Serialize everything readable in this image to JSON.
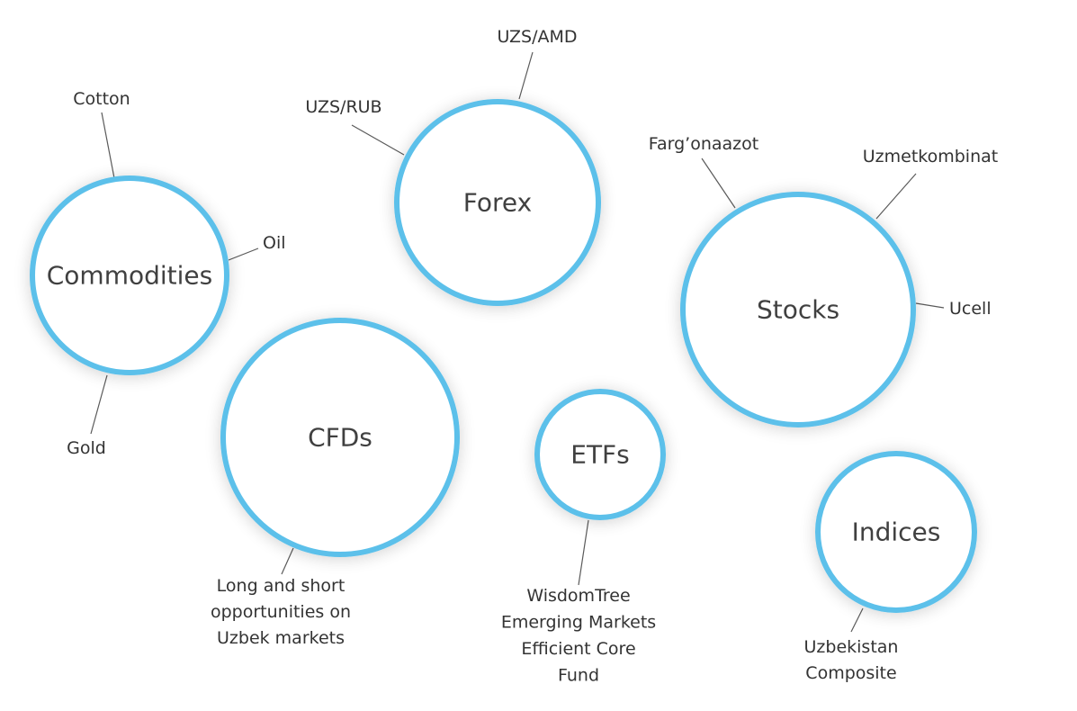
{
  "diagram": {
    "bubbles": [
      {
        "id": "commodities",
        "label": "Commodities",
        "leaves": [
          {
            "id": "cotton",
            "lines": [
              "Cotton"
            ]
          },
          {
            "id": "oil",
            "lines": [
              "Oil"
            ]
          },
          {
            "id": "gold",
            "lines": [
              "Gold"
            ]
          }
        ]
      },
      {
        "id": "forex",
        "label": "Forex",
        "leaves": [
          {
            "id": "uzs-amd",
            "lines": [
              "UZS/AMD"
            ]
          },
          {
            "id": "uzs-rub",
            "lines": [
              "UZS/RUB"
            ]
          }
        ]
      },
      {
        "id": "stocks",
        "label": "Stocks",
        "leaves": [
          {
            "id": "fargonaazot",
            "lines": [
              "Farg’onaazot"
            ]
          },
          {
            "id": "uzmetkombinat",
            "lines": [
              "Uzmetkombinat"
            ]
          },
          {
            "id": "ucell",
            "lines": [
              "Ucell"
            ]
          }
        ]
      },
      {
        "id": "cfds",
        "label": "CFDs",
        "leaves": [
          {
            "id": "long-short",
            "lines": [
              "Long and short",
              "opportunities on",
              "Uzbek markets"
            ]
          }
        ]
      },
      {
        "id": "etfs",
        "label": "ETFs",
        "leaves": [
          {
            "id": "wisdomtree",
            "lines": [
              "WisdomTree",
              "Emerging Markets",
              "Efficient Core",
              "Fund"
            ]
          }
        ]
      },
      {
        "id": "indices",
        "label": "Indices",
        "leaves": [
          {
            "id": "uzbekistan-composite",
            "lines": [
              "Uzbekistan",
              "Composite"
            ]
          }
        ]
      }
    ],
    "colors": {
      "ring": "#5bc0ea",
      "bubble_fill": "#ffffff",
      "bubble_text": "#404040",
      "leaf_text": "#333333",
      "leader_line": "#5a5a5a"
    }
  }
}
